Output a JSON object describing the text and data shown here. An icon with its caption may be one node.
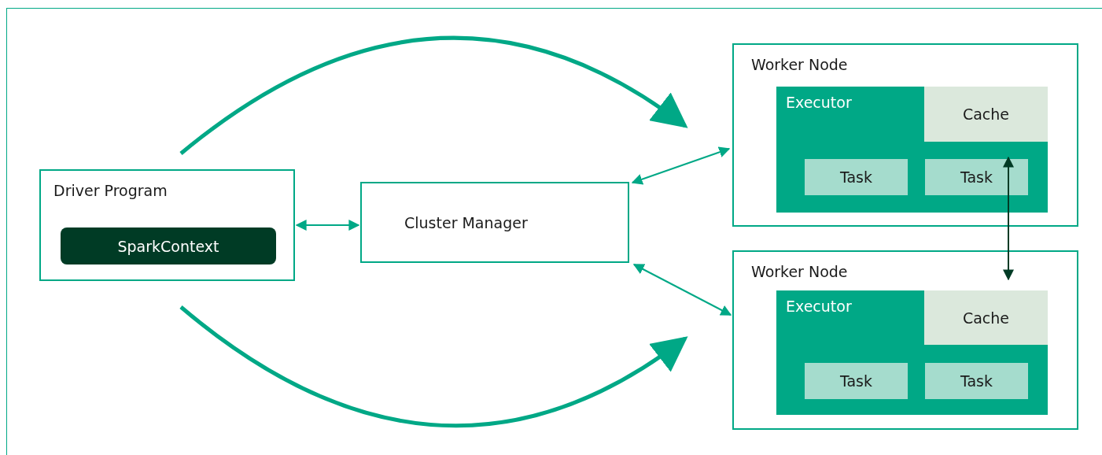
{
  "diagram": {
    "nodes": [
      {
        "text": [
          "Driver Program"
        ]
      },
      {
        "text": [
          "SparkContext"
        ],
        "in": 0
      },
      {
        "text": [
          "Cluster Manager"
        ]
      },
      {
        "text": [
          "Worker Node"
        ]
      },
      {
        "text": [
          "Executor"
        ],
        "in": 3
      },
      {
        "text": [
          "Cache"
        ],
        "in": 4
      },
      {
        "text": [
          "Task"
        ],
        "in": 4
      },
      {
        "text": [
          "Task"
        ],
        "in": 4
      },
      {
        "text": [
          "Worker Node"
        ]
      },
      {
        "text": [
          "Executor"
        ],
        "in": 8
      },
      {
        "text": [
          "Cache"
        ],
        "in": 9
      },
      {
        "text": [
          "Task"
        ],
        "in": 9
      },
      {
        "text": [
          "Task"
        ],
        "in": 9
      }
    ],
    "edges": [
      {
        "from": 0,
        "to": 2,
        "arrow": "both"
      },
      {
        "from": 2,
        "to": 3,
        "arrow": "both"
      },
      {
        "from": 2,
        "to": 8,
        "arrow": "both"
      },
      {
        "from": 0,
        "to": 3,
        "arrow": "to",
        "style": "thick"
      },
      {
        "from": 0,
        "to": 8,
        "arrow": "to",
        "style": "thick"
      },
      {
        "from": 7,
        "to": 10,
        "arrow": "both",
        "color": "#003b25"
      }
    ]
  }
}
